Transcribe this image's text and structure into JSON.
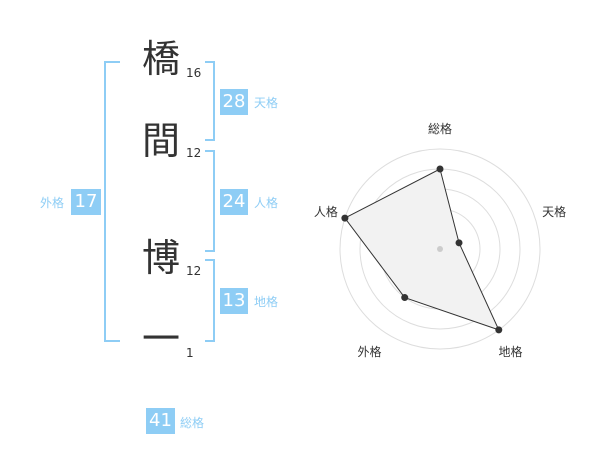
{
  "name_chars": [
    {
      "char": "橋",
      "strokes": "16"
    },
    {
      "char": "間",
      "strokes": "12"
    },
    {
      "char": "博",
      "strokes": "12"
    },
    {
      "char": "一",
      "strokes": "1"
    }
  ],
  "kakusu": {
    "tenkaku": {
      "value": "28",
      "label": "天格"
    },
    "jinkaku": {
      "value": "24",
      "label": "人格"
    },
    "chikaku": {
      "value": "13",
      "label": "地格"
    },
    "gaikaku": {
      "value": "17",
      "label": "外格"
    },
    "soukaku": {
      "value": "41",
      "label": "総格"
    }
  },
  "colors": {
    "accent": "#8ecdf5",
    "text": "#333333"
  },
  "chart_data": {
    "type": "radar",
    "axes": [
      "総格",
      "天格",
      "地格",
      "外格",
      "人格"
    ],
    "values": [
      4,
      1,
      5,
      3,
      5
    ],
    "rmax": 5,
    "rings": 5
  }
}
